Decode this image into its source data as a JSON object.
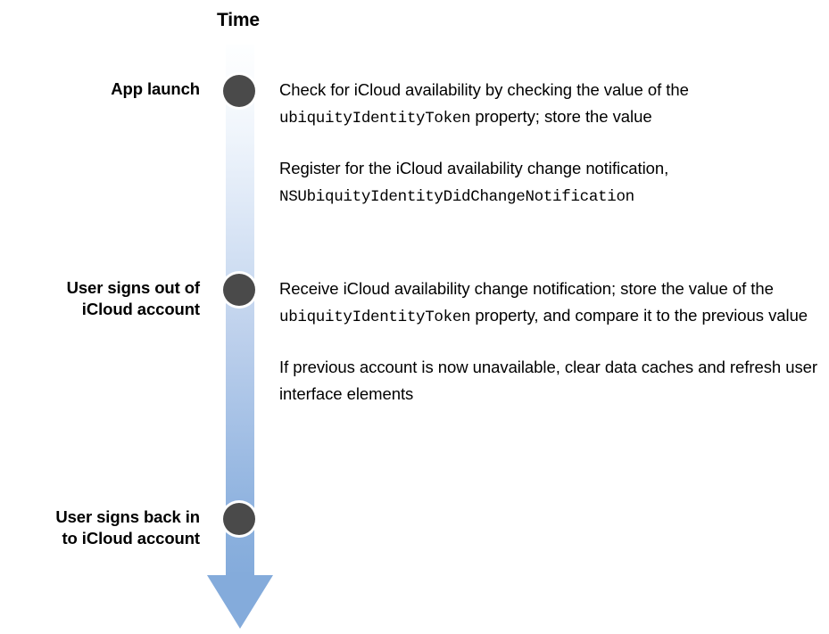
{
  "diagram": {
    "title": "Time",
    "axis": {
      "label": "Time",
      "orientation": "vertical-downward",
      "gradient_start_color": "#fdfeff",
      "gradient_end_color": "#84abdb",
      "arrow_color": "#84abdb",
      "dot_color": "#4a4a4a"
    },
    "milestones": [
      {
        "id": "app-launch",
        "stage_label": "App launch",
        "dot_name": "timeline-dot-app-launch",
        "descriptions": [
          {
            "segments": [
              {
                "text": "Check for iCloud availability by checking the value of the ",
                "style": "normal"
              },
              {
                "text": "ubiquityIdentityToken",
                "style": "code"
              },
              {
                "text": " property; store the value",
                "style": "normal"
              }
            ]
          },
          {
            "segments": [
              {
                "text": "Register for the iCloud availability change notification, ",
                "style": "normal"
              },
              {
                "text": "NSUbiquityIdentityDidChangeNotification",
                "style": "code"
              }
            ]
          }
        ]
      },
      {
        "id": "sign-out",
        "stage_label": "User signs out of\niCloud account",
        "dot_name": "timeline-dot-sign-out",
        "descriptions": [
          {
            "segments": [
              {
                "text": "Receive iCloud availability change notification; store the value of the ",
                "style": "normal"
              },
              {
                "text": "ubiquityIdentityToken",
                "style": "code"
              },
              {
                "text": " property, and compare it to the previous value",
                "style": "normal"
              }
            ]
          },
          {
            "segments": [
              {
                "text": "If previous account is now unavailable, clear data caches and refresh user interface elements",
                "style": "normal"
              }
            ]
          }
        ]
      },
      {
        "id": "sign-back-in",
        "stage_label": "User signs back in\nto iCloud account",
        "dot_name": "timeline-dot-sign-back-in",
        "descriptions": []
      }
    ]
  }
}
